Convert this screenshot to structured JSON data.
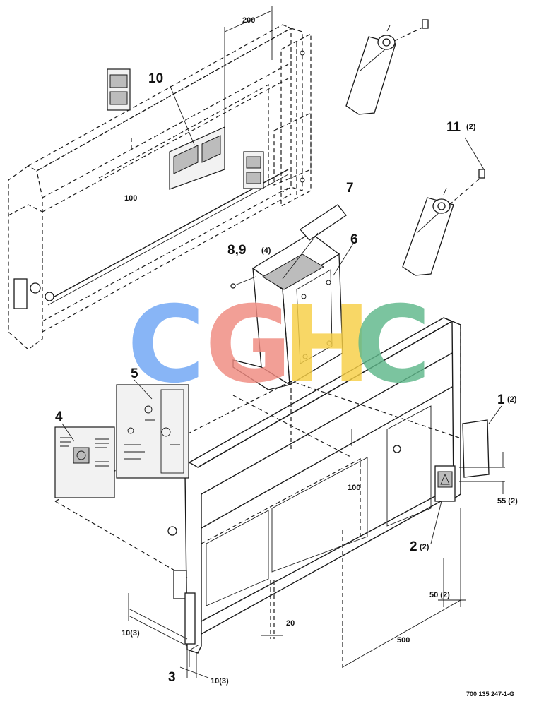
{
  "callouts": {
    "c1": "1",
    "c1_qty": "(2)",
    "c2": "2",
    "c2_qty": "(2)",
    "c3": "3",
    "c4": "4",
    "c5": "5",
    "c6": "6",
    "c7": "7",
    "c89": "8,9",
    "c89_qty": "(4)",
    "c10": "10",
    "c11": "11",
    "c11_qty": "(2)"
  },
  "dimensions": {
    "d200": "200",
    "d100_top": "100",
    "d100_mid": "100",
    "d55": "55 (2)",
    "d50": "50 (2)",
    "d500": "500",
    "d20": "20",
    "d10_left": "10(3)",
    "d10_bottom": "10(3)"
  },
  "part_number": "700 135 247-1-G",
  "watermark": {
    "letters": [
      "C",
      "G",
      "H",
      "C"
    ],
    "colors": [
      "#6ea6f5",
      "#f08a80",
      "#f7cf45",
      "#5fb88b"
    ]
  }
}
